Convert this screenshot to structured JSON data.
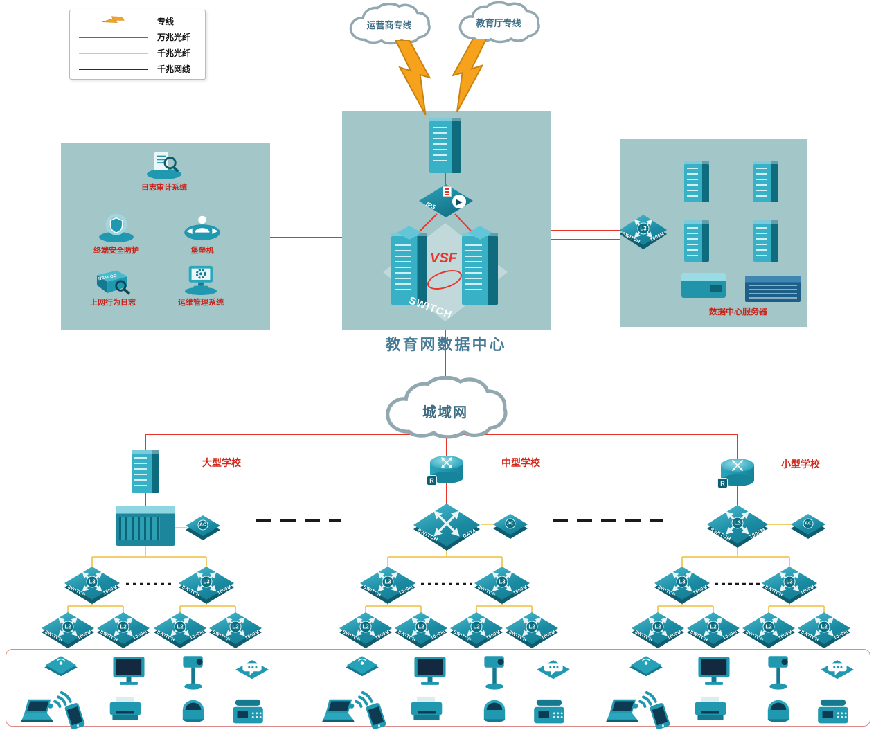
{
  "legend": {
    "items": [
      {
        "label": "专线"
      },
      {
        "label": "万兆光纤"
      },
      {
        "label": "千兆光纤"
      },
      {
        "label": "千兆网线"
      }
    ]
  },
  "clouds": {
    "carrier": "运营商专线",
    "education": "教育厅专线",
    "man": "城域网"
  },
  "security_panel": {
    "netlog_text": "NETLOG",
    "items": [
      {
        "label": "日志审计系统"
      },
      {
        "label": "终端安全防护"
      },
      {
        "label": "堡垒机"
      },
      {
        "label": "上网行为日志"
      },
      {
        "label": "运维管理系统"
      }
    ]
  },
  "datacenter": {
    "title": "教育网数据中心",
    "vsf_label": "VSF",
    "ips_label": "IPS",
    "switch_label": "SWITCH"
  },
  "server_panel": {
    "label": "数据中心服务器"
  },
  "schools": {
    "large": "大型学校",
    "medium": "中型学校",
    "small": "小型学校"
  },
  "device_labels": {
    "l3": "L3",
    "l2": "L2",
    "ac": "AC",
    "r": "R",
    "switch": "SWITCH",
    "m1000": "1000M",
    "data_center": "DATA CENTER"
  },
  "icons": {
    "ips_arrow": "▶"
  },
  "colors": {
    "line_10g_fiber": "#e8342a",
    "line_1g_fiber": "#f0c75a",
    "line_1g_copper": "#2b2b2b",
    "device_teal": "#1f98b0",
    "panel_bg": "#a3c6c8",
    "bolt_orange": "#f6a21d"
  }
}
